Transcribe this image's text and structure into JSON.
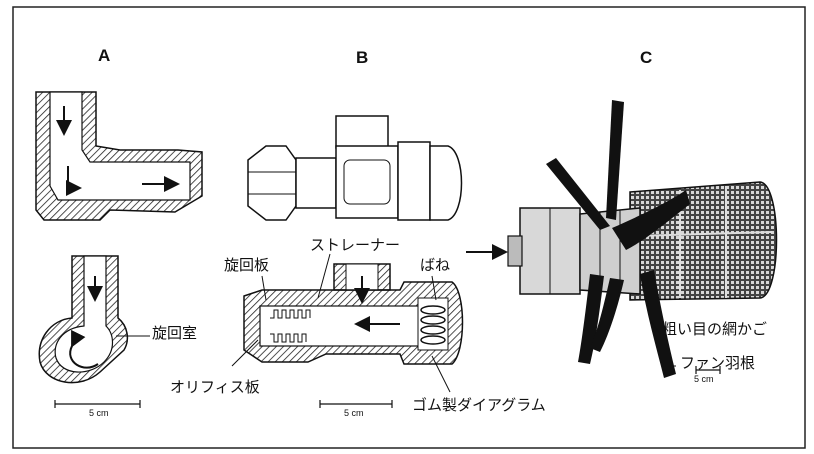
{
  "panels": {
    "a": "A",
    "b": "B",
    "c": "C"
  },
  "labels": {
    "swirl_chamber": "旋回室",
    "swirl_plate": "旋回板",
    "strainer": "ストレーナー",
    "spring": "ばね",
    "orifice_plate": "オリフィス板",
    "rubber_diaphragm": "ゴム製ダイアグラム",
    "coarse_mesh_basket": "粗い目の網かご",
    "fan_blades": "ファン羽根"
  },
  "scale_bars": {
    "a": "5 cm",
    "b": "5 cm",
    "c": "5 cm"
  },
  "colors": {
    "ink": "#111111",
    "hatch": "#222222",
    "background": "#ffffff"
  }
}
